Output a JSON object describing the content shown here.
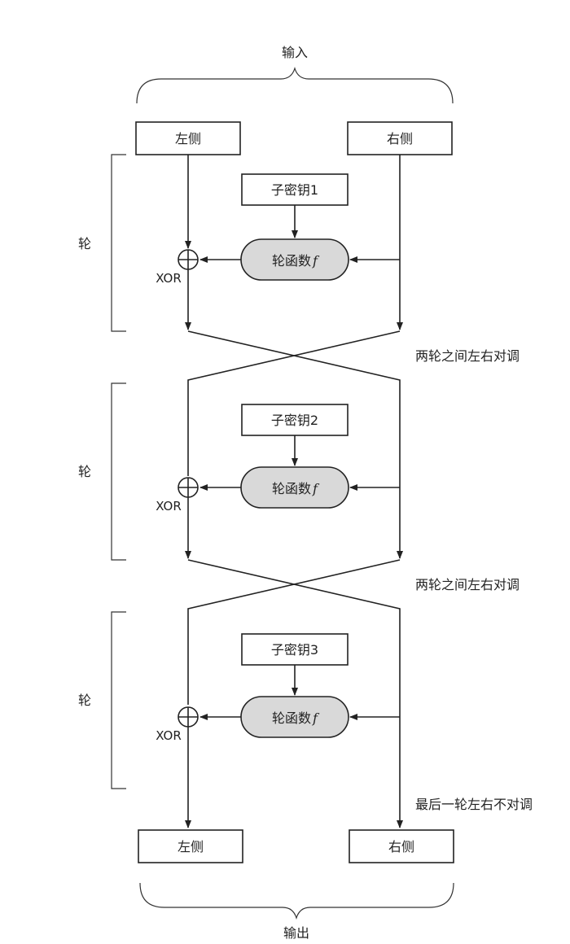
{
  "input_label": "输入",
  "output_label": "输出",
  "top_left_box": "左侧",
  "top_right_box": "右侧",
  "bottom_left_box": "左侧",
  "bottom_right_box": "右侧",
  "rounds": [
    {
      "round_label": "轮",
      "subkey": "子密钥1",
      "func_text": "轮函数",
      "func_symbol": "f",
      "xor_label": "XOR"
    },
    {
      "round_label": "轮",
      "subkey": "子密钥2",
      "func_text": "轮函数",
      "func_symbol": "f",
      "xor_label": "XOR"
    },
    {
      "round_label": "轮",
      "subkey": "子密钥3",
      "func_text": "轮函数",
      "func_symbol": "f",
      "xor_label": "XOR"
    }
  ],
  "swaps": [
    {
      "label": "两轮之间左右对调"
    },
    {
      "label": "两轮之间左右对调"
    }
  ],
  "final_note": "最后一轮左右不对调"
}
